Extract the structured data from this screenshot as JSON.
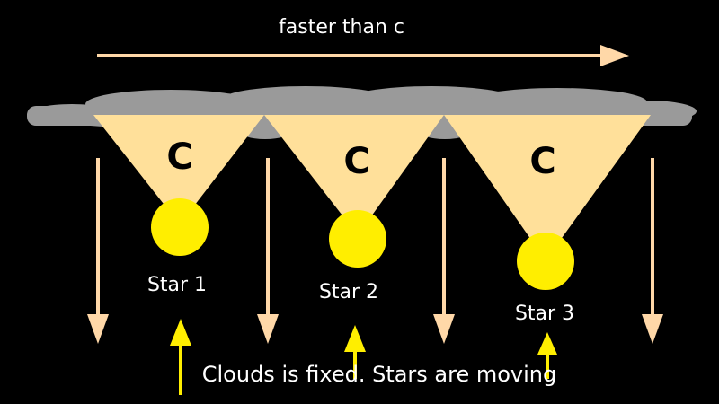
{
  "diagram": {
    "top_label": "faster than c",
    "beams": [
      {
        "label": "C"
      },
      {
        "label": "C"
      },
      {
        "label": "C"
      }
    ],
    "stars": [
      {
        "label": "Star 1"
      },
      {
        "label": "Star 2"
      },
      {
        "label": "Star 3"
      }
    ],
    "caption": "Clouds is fixed. Stars are moving"
  },
  "colors": {
    "background": "#000000",
    "arrow": "#ffd8a8",
    "beam": "#ffe09a",
    "cloud": "#9a9a9a",
    "star": "#ffee00",
    "star_arrow": "#ffee00",
    "text": "#ffffff",
    "beam_text": "#000000"
  }
}
